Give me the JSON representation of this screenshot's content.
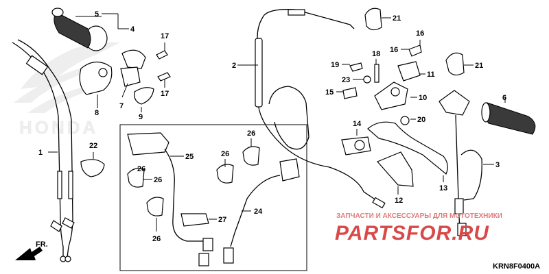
{
  "diagram": {
    "code": "KRN8F0400A",
    "direction": "FR.",
    "watermark": {
      "brand_text": "HONDA",
      "caption": "ЗАПЧАСТИ И АКСЕССУАРЫ ДЛЯ МОТОТЕХНИКИ",
      "site": "PARTSFOR.RU"
    },
    "callouts": [
      "1",
      "2",
      "3",
      "4",
      "5",
      "6",
      "7",
      "8",
      "9",
      "10",
      "11",
      "12",
      "13",
      "14",
      "15",
      "16",
      "16",
      "17",
      "17",
      "18",
      "19",
      "20",
      "21",
      "21",
      "22",
      "23",
      "24",
      "25",
      "26",
      "26",
      "26",
      "26",
      "26",
      "27"
    ],
    "colors": {
      "line": "#000000",
      "watermark": "#d84a4a",
      "logo_gray": "#d8d8d8"
    }
  }
}
